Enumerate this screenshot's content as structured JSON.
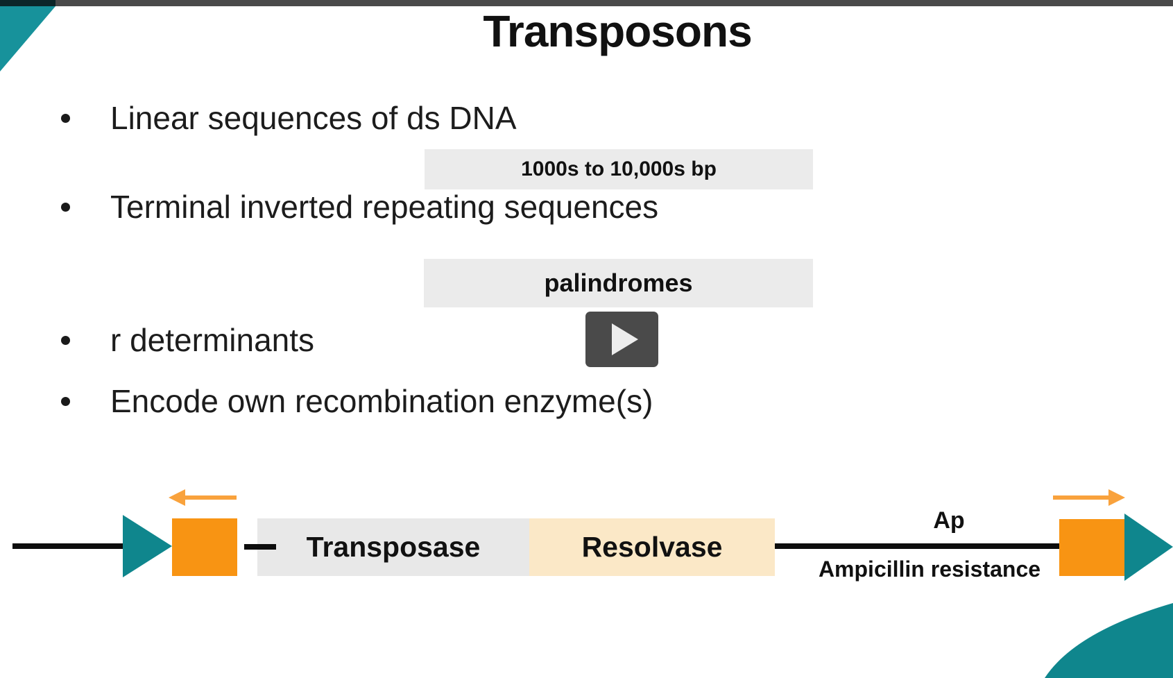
{
  "slide": {
    "title": "Transposons",
    "bullets": [
      "Linear sequences of ds DNA",
      "Terminal inverted repeating sequences",
      "r determinants",
      "Encode own recombination enzyme(s)"
    ],
    "callouts": {
      "size_range": "1000s to 10,000s bp",
      "palindromes": "palindromes"
    },
    "video_player": {
      "play_button_icon": "play-triangle"
    },
    "diagram": {
      "gene1_label": "Transposase",
      "gene2_label": "Resolvase",
      "resistance_abbr": "Ap",
      "resistance_label": "Ampicillin resistance",
      "icons": {
        "terminal_triangles": "teal right-pointing triangles at both transposon ends",
        "inverted_repeat_arrows": "orange arrows pointing outward-left and outward-right"
      }
    },
    "colors": {
      "accent_teal": "#17929B",
      "diagram_teal": "#0F868D",
      "accent_orange": "#F89413",
      "arrow_orange": "#F9A23C",
      "callout_gray": "#EBEBEB",
      "gene1_fill": "#E8E8E8",
      "gene2_fill": "#FBE8C7",
      "top_bar": "#4A4A4A",
      "play_button_bg": "#4A4A4A",
      "dna_line": "#0D0D0D"
    }
  }
}
